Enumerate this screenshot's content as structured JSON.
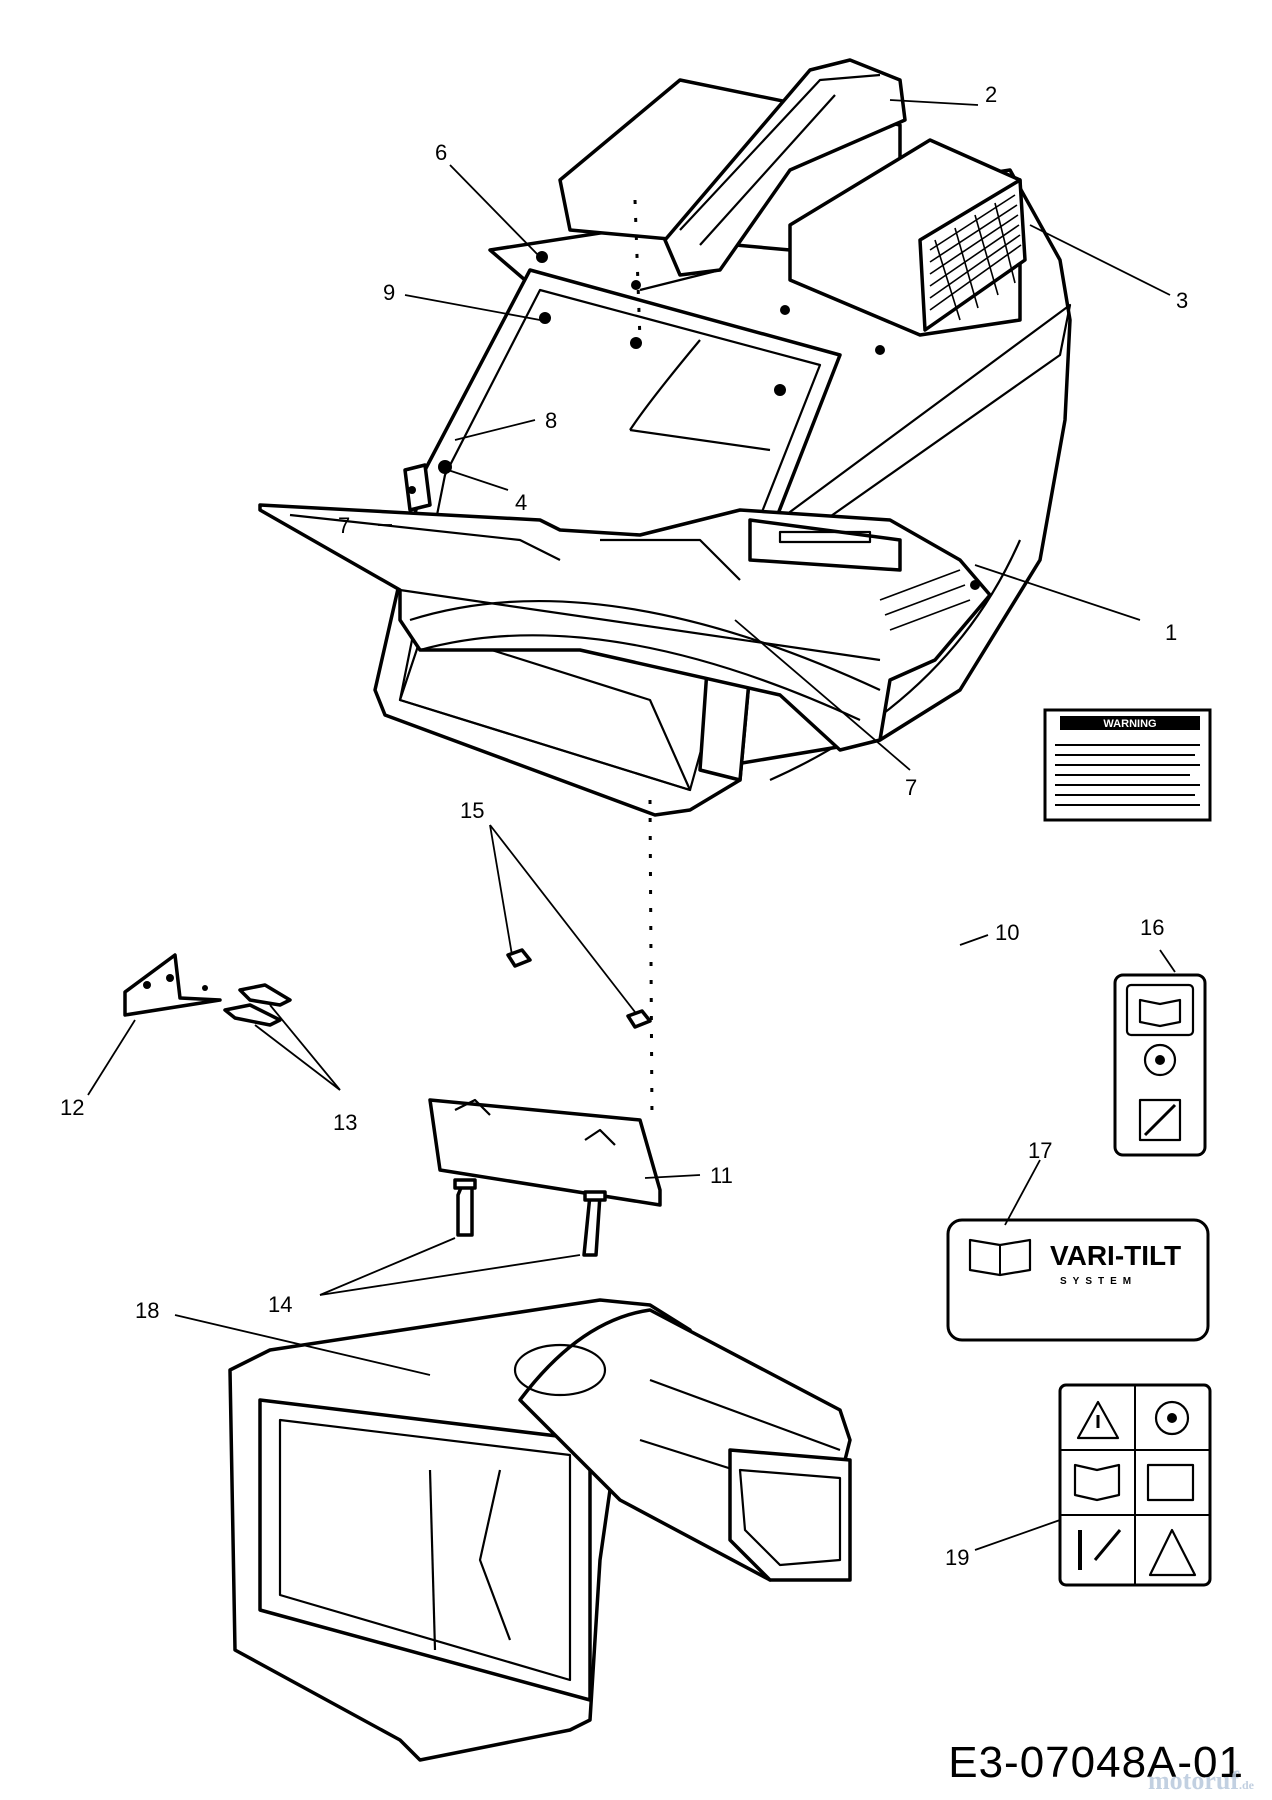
{
  "drawing_number": "E3-07048A-01",
  "watermark": {
    "brand": "motoruf",
    "suffix": ".de"
  },
  "callouts": [
    "1",
    "2",
    "3",
    "4",
    "6",
    "7",
    "7",
    "8",
    "9",
    "10",
    "11",
    "12",
    "13",
    "14",
    "15",
    "16",
    "17",
    "18",
    "19"
  ],
  "decals": {
    "warning_label": "WARNING",
    "varitilt_label": "VARI-TILT",
    "varitilt_sub": "SYSTEM"
  }
}
